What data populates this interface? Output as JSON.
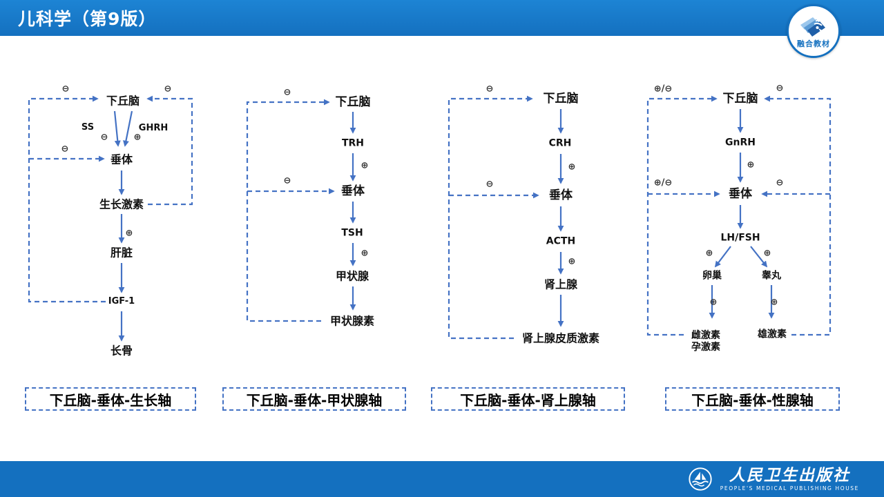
{
  "header": {
    "title": "儿科学（第9版）"
  },
  "badge": {
    "label": "融合教材"
  },
  "symbols": {
    "plus": "⊕",
    "minus": "⊖",
    "plus_minus": "⊕/⊖"
  },
  "colors": {
    "bar_blue": "#1470BF",
    "diagram_blue": "#4472C4"
  },
  "diagrams": [
    {
      "title": "下丘脑-垂体-生长轴",
      "nodes": {
        "hypothalamus": "下丘脑",
        "ss": "SS",
        "ghrh": "GHRH",
        "pituitary": "垂体",
        "growth_hormone": "生长激素",
        "liver": "肝脏",
        "igf1": "IGF-1",
        "long_bone": "长骨"
      }
    },
    {
      "title": "下丘脑-垂体-甲状腺轴",
      "nodes": {
        "hypothalamus": "下丘脑",
        "trh": "TRH",
        "pituitary": "垂体",
        "tsh": "TSH",
        "thyroid": "甲状腺",
        "thyroxine": "甲状腺素"
      }
    },
    {
      "title": "下丘脑-垂体-肾上腺轴",
      "nodes": {
        "hypothalamus": "下丘脑",
        "crh": "CRH",
        "pituitary": "垂体",
        "acth": "ACTH",
        "adrenal": "肾上腺",
        "adrenal_cortex_hormone": "肾上腺皮质激素"
      }
    },
    {
      "title": "下丘脑-垂体-性腺轴",
      "nodes": {
        "hypothalamus": "下丘脑",
        "gnrh": "GnRH",
        "pituitary": "垂体",
        "lh_fsh": "LH/FSH",
        "ovary": "卵巢",
        "testis": "睾丸",
        "estrogen": "雌激素",
        "progesterone": "孕激素",
        "androgen": "雄激素"
      }
    }
  ],
  "footer": {
    "publisher": "人民卫生出版社",
    "publisher_en": "PEOPLE'S MEDICAL PUBLISHING HOUSE"
  }
}
